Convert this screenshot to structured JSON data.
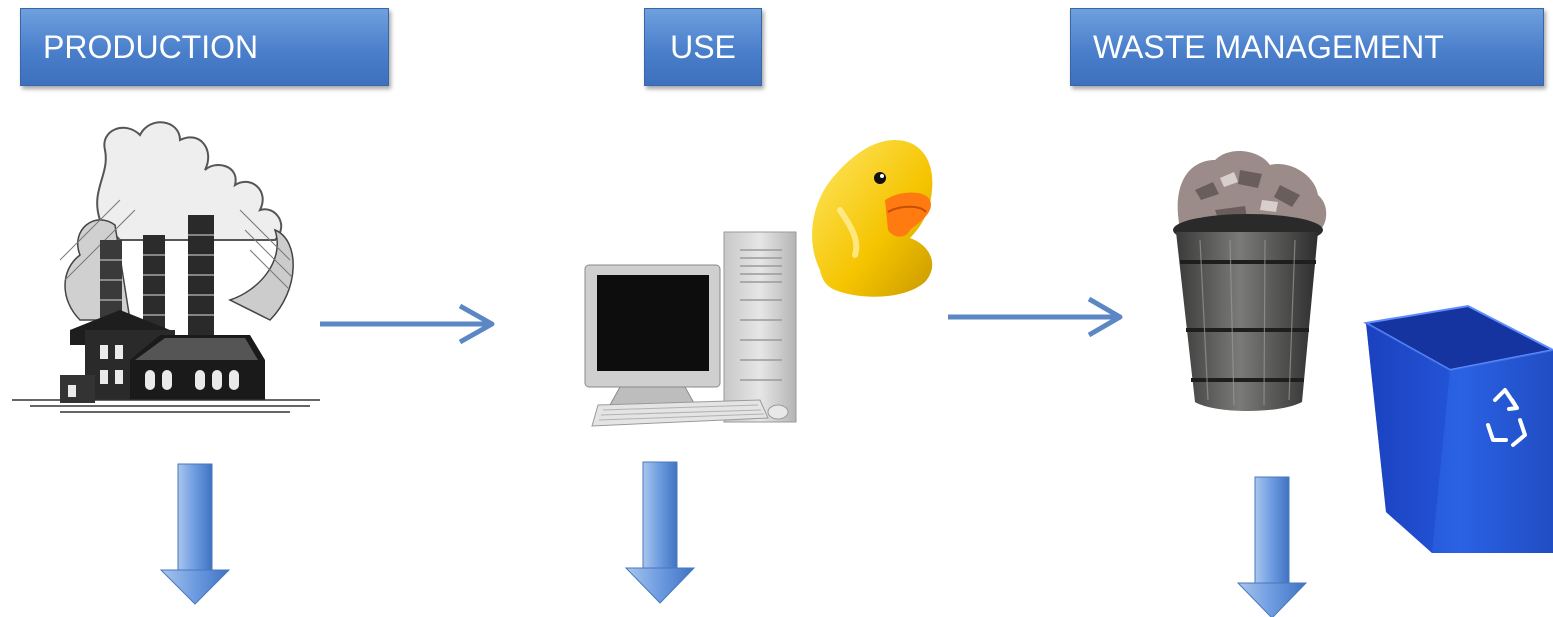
{
  "stages": {
    "production": {
      "label": "PRODUCTION"
    },
    "use": {
      "label": "USE"
    },
    "waste_management": {
      "label": "WASTE MANAGEMENT"
    }
  },
  "icons": {
    "production": "factory-icon",
    "use": [
      "desktop-computer-icon",
      "rubber-duck-icon"
    ],
    "waste_management": [
      "trash-can-icon",
      "recycling-bin-icon"
    ]
  },
  "colors": {
    "box_blue": "#4a7fcb",
    "arrow_blue": "#5b87c5",
    "arrow_shaft": "#4f81bd"
  }
}
